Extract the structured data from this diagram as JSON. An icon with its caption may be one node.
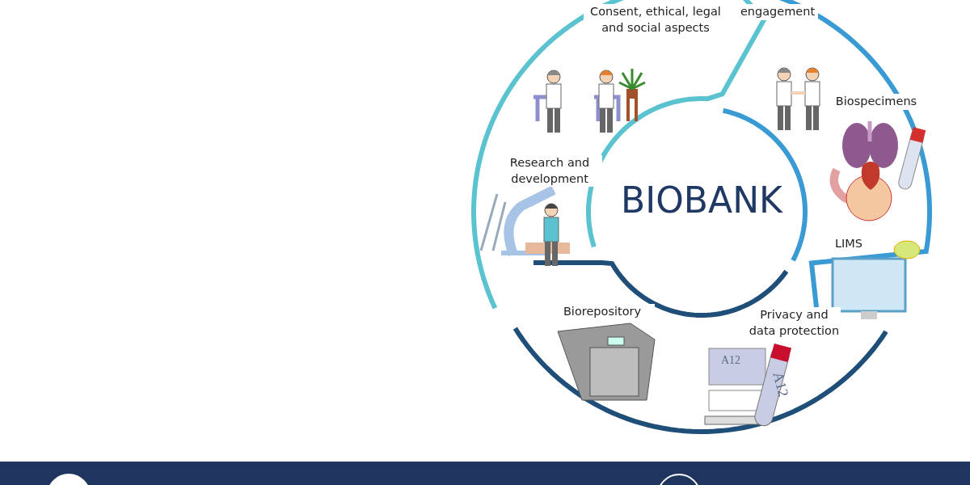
{
  "diagram": {
    "nodes": [
      {
        "text": [
          "Consent, ethical, legal and social aspects"
        ]
      },
      {
        "text": [
          "engagement"
        ]
      },
      {
        "text": [
          "Biospecimens"
        ]
      },
      {
        "text": [
          "Research and development"
        ]
      },
      {
        "text": [
          "BIOBANK"
        ]
      },
      {
        "text": [
          "LIMS"
        ]
      },
      {
        "text": [
          "Biorepository"
        ]
      },
      {
        "text": [
          "Privacy and data protection"
        ]
      }
    ],
    "labels": [
      "A12",
      "A12"
    ]
  }
}
